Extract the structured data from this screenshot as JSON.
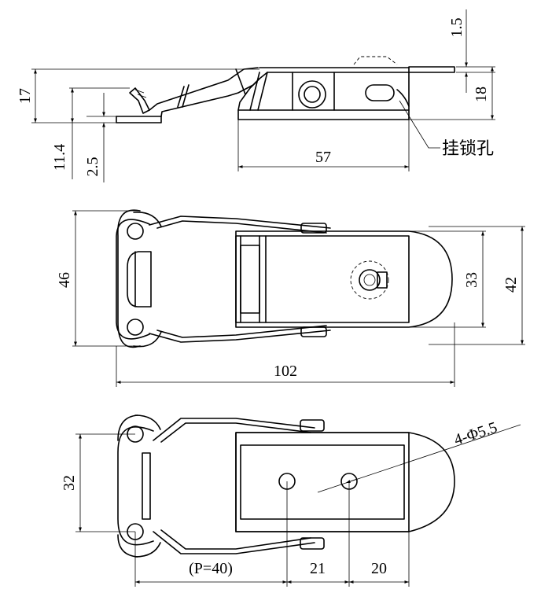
{
  "dimensions": {
    "side_height_17": "17",
    "side_thickness_1_5": "1.5",
    "side_base_18": "18",
    "side_hook_11_4": "11.4",
    "side_tip_2_5": "2.5",
    "side_length_57": "57",
    "top_width_46": "46",
    "top_width_33": "33",
    "top_width_42": "42",
    "top_length_102": "102",
    "bottom_hole_spacing_32": "32",
    "bottom_hole_spec": "4-Φ5.5",
    "bottom_pitch": "(P=40)",
    "bottom_hole_21": "21",
    "bottom_hole_20": "20"
  },
  "annotations": {
    "padlock_hole": "挂锁孔"
  }
}
